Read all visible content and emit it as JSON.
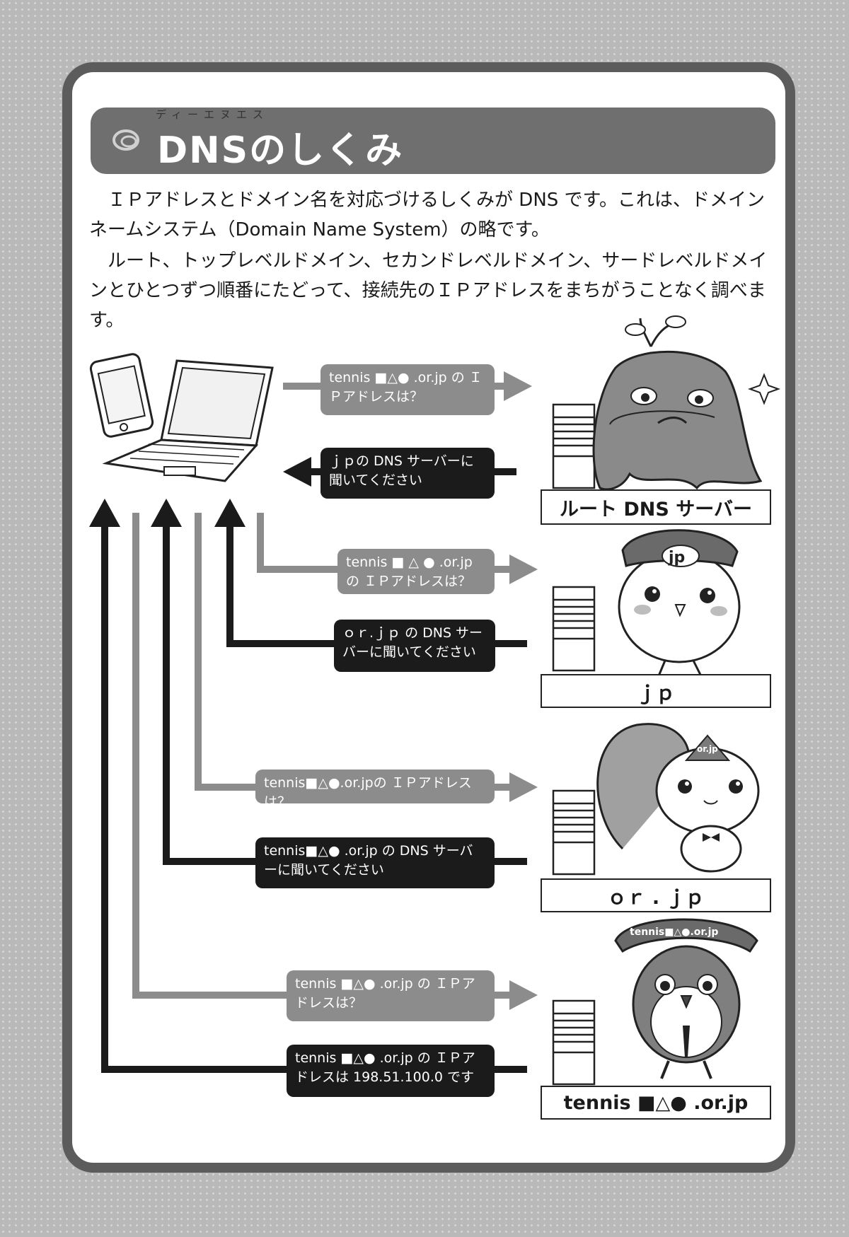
{
  "header": {
    "title": "DNSのしくみ",
    "title_ruby": "ディーエヌエス"
  },
  "intro": {
    "paragraph1": "　ＩＰアドレスとドメイン名を対応づけるしくみが DNS です。これは、ドメインネームシステム（Domain Name System）の略です。",
    "paragraph2": "　ルート、トップレベルドメイン、セカンドレベルドメイン、サードレベルドメインとひとつずつ順番にたどって、接続先のＩＰアドレスをまちがうことなく調べます。"
  },
  "steps": [
    {
      "question": "tennis ■△● .or.jp の ＩＰアドレスは？",
      "answer": "ｊｐの DNS サーバーに聞いてください"
    },
    {
      "question": "tennis ■ △ ● .or.jp の ＩＰアドレスは？",
      "answer": "ｏｒ.ｊｐ の DNS サーバーに聞いてください"
    },
    {
      "question": "tennis■△●.or.jpの ＩＰアドレスは？",
      "answer": "tennis■△● .or.jp の DNS サーバーに聞いてください"
    },
    {
      "question": "tennis ■△● .or.jp の ＩＰアドレスは？",
      "answer": "tennis ■△● .or.jp の ＩＰアドレスは 198.51.100.0 です"
    }
  ],
  "servers": [
    {
      "label": "ルート DNS サーバー"
    },
    {
      "label": "ｊｐ"
    },
    {
      "label": "ｏｒ . ｊｐ"
    },
    {
      "label": "tennis ■△● .or.jp"
    }
  ],
  "mascots": [
    {
      "badge": "jp"
    },
    {
      "badge": "or.jp"
    },
    {
      "badge": "tennis■△●.or.jp"
    }
  ],
  "colors": {
    "question_bubble": "#8c8c8c",
    "answer_bubble": "#1b1b1b",
    "card_border": "#5c5c5c",
    "title_bar": "#6f6f6f"
  }
}
